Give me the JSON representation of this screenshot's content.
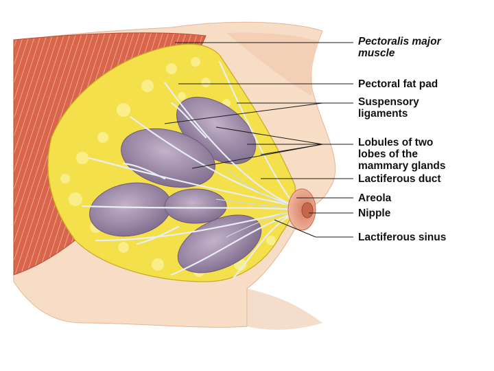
{
  "labels": {
    "pectoralis_line1": "Pectoralis major",
    "pectoralis_line2": "muscle",
    "fat_pad": "Pectoral fat pad",
    "suspensory_line1": "Suspensory",
    "suspensory_line2": "ligaments",
    "lobules_line1": "Lobules of two",
    "lobules_line2": "lobes of the",
    "lobules_line3": "mammary glands",
    "lactiferous_duct": "Lactiferous duct",
    "areola": "Areola",
    "nipple": "Nipple",
    "lactiferous_sinus": "Lactiferous sinus"
  },
  "colors": {
    "skin": "#f7dcc6",
    "skin_shadow": "#efc6a8",
    "muscle": "#d9664a",
    "muscle_stripe": "#f3b7a0",
    "fat": "#f4e04a",
    "fat_highlight": "#fbf3a0",
    "lobule": "#9a86a6",
    "lobule_light": "#c3b2c9",
    "duct": "#e8eef3",
    "areola": "#e9a48a",
    "label_text": "#111111"
  }
}
